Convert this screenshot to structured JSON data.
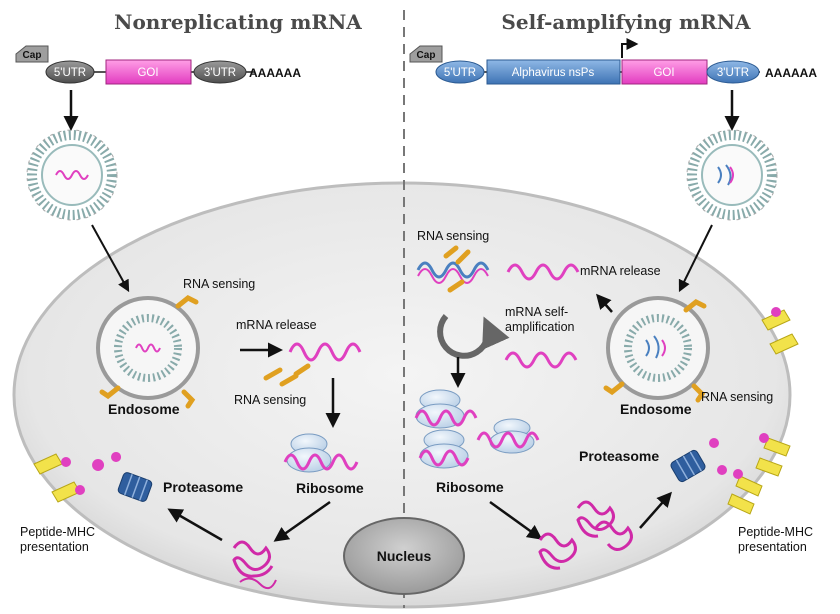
{
  "titles": {
    "left": "Nonreplicating mRNA",
    "right": "Self-amplifying mRNA"
  },
  "construct": {
    "cap": "Cap",
    "utr5": "5'UTR",
    "goi": "GOI",
    "utr3": "3'UTR",
    "polyA": "AAAAAA",
    "nsps": "Alphavirus nsPs"
  },
  "labels": {
    "rna_sensing": "RNA sensing",
    "endosome": "Endosome",
    "mrna_release": "mRNA release",
    "ribosome": "Ribosome",
    "proteasome": "Proteasome",
    "peptide_mhc": "Peptide-MHC",
    "presentation": "presentation",
    "nucleus": "Nucleus",
    "self_amp_1": "mRNA self-",
    "self_amp_2": "amplification"
  },
  "colors": {
    "goi": "#e23cc0",
    "utr_left": "#5a5a5a",
    "utr_right": "#3e73b4",
    "receptor": "#e0a020",
    "mhc": "#f2e24a",
    "proteasome": "#2f5e9e"
  }
}
